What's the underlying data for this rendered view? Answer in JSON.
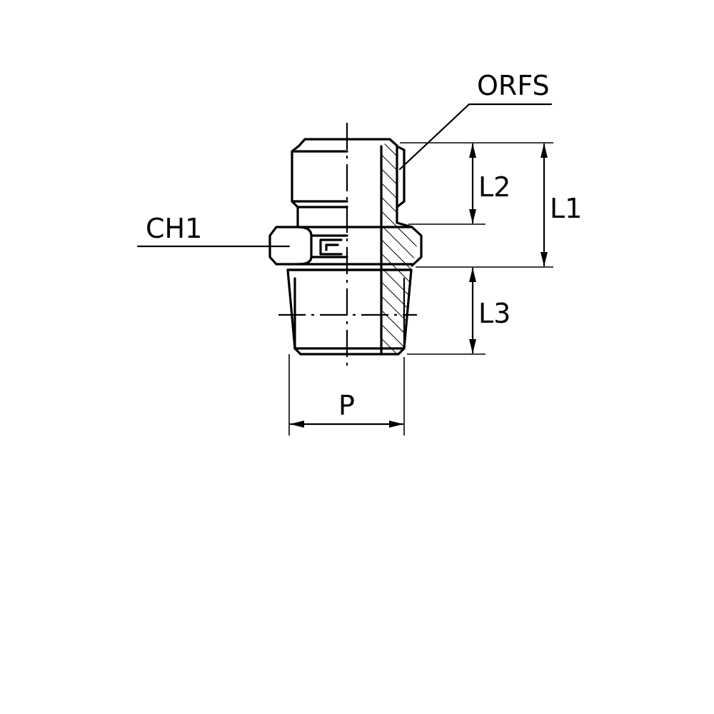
{
  "labels": {
    "orfs": "ORFS",
    "ch1": "CH1",
    "l1": "L1",
    "l2": "L2",
    "l3": "L3",
    "p": "P"
  }
}
